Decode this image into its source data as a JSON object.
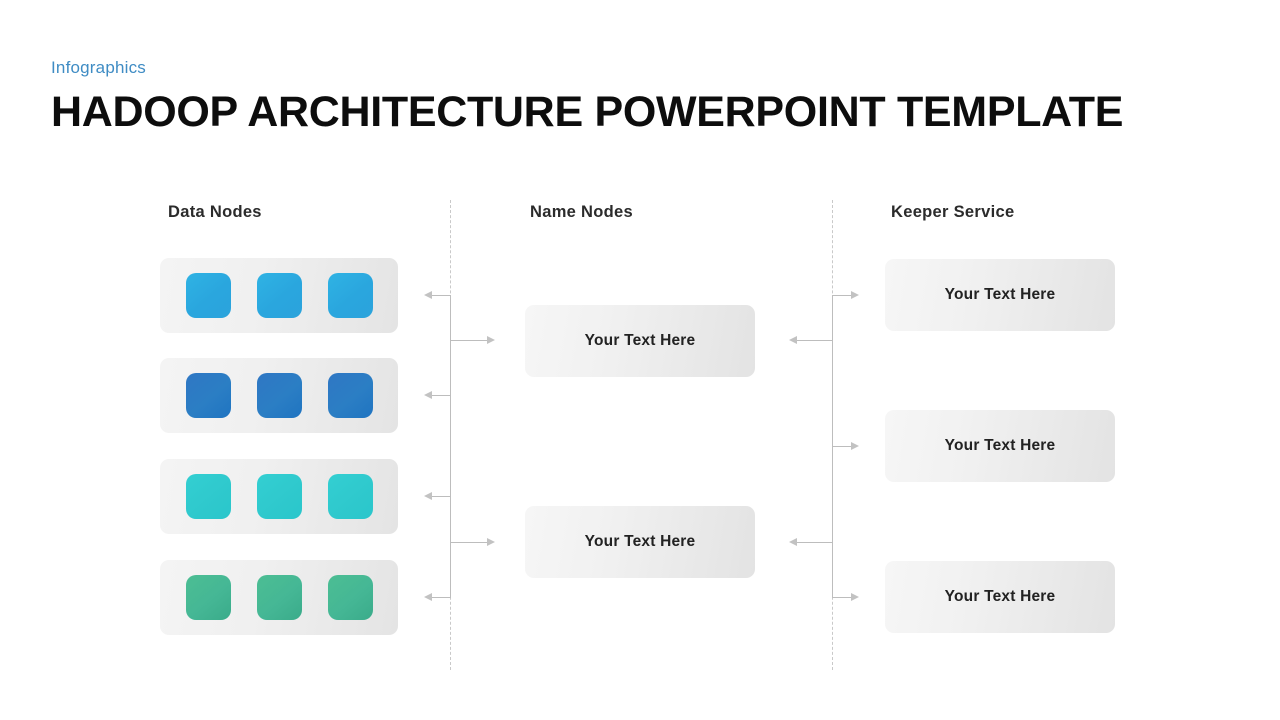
{
  "header": {
    "eyebrow": "Infographics",
    "title": "HADOOP ARCHITECTURE POWERPOINT TEMPLATE"
  },
  "columns": {
    "data_nodes": {
      "heading": "Data Nodes",
      "rows": [
        {
          "id": "row-1",
          "color": "#2aa6de",
          "squares": 3
        },
        {
          "id": "row-2",
          "color": "#2b7ec4",
          "squares": 3
        },
        {
          "id": "row-3",
          "color": "#2fc9cd",
          "squares": 3
        },
        {
          "id": "row-4",
          "color": "#45b795",
          "squares": 3
        }
      ]
    },
    "name_nodes": {
      "heading": "Name Nodes",
      "boxes": [
        {
          "label": "Your Text Here"
        },
        {
          "label": "Your Text Here"
        }
      ]
    },
    "keeper_service": {
      "heading": "Keeper Service",
      "boxes": [
        {
          "label": "Your Text Here"
        },
        {
          "label": "Your Text Here"
        },
        {
          "label": "Your Text Here"
        }
      ]
    }
  },
  "theme": {
    "eyebrow_color": "#3f8cc4",
    "title_color": "#0d0d0d",
    "heading_color": "#2b2b2b",
    "panel_gradient_start": "#f4f4f4",
    "panel_gradient_end": "#e4e4e4",
    "connector_color": "#bdbdbd",
    "page_background": "#ffffff"
  }
}
